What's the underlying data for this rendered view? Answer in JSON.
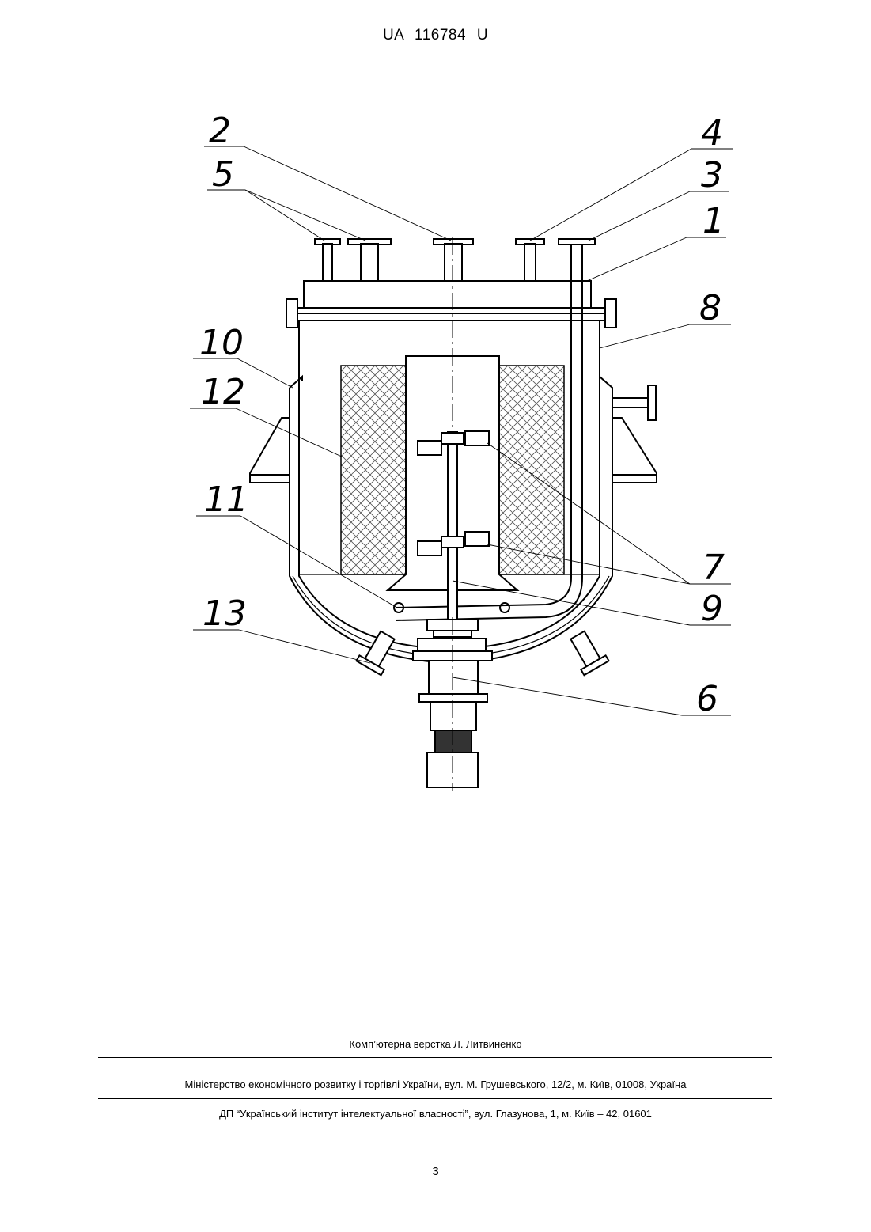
{
  "header": {
    "patent_id": "UA   116784   U"
  },
  "figure": {
    "callouts": [
      "1",
      "2",
      "3",
      "4",
      "5",
      "6",
      "7",
      "8",
      "9",
      "10",
      "11",
      "12",
      "13"
    ]
  },
  "footer": {
    "layout_credit": "Комп’ютерна верстка Л. Литвиненко",
    "ministry": "Міністерство економічного розвитку і торгівлі України, вул. М. Грушевського, 12/2, м. Київ, 01008, Україна",
    "institute": "ДП “Український інститут інтелектуальної власності”, вул. Глазунова, 1, м. Київ – 42, 01601"
  },
  "page_number": "3"
}
